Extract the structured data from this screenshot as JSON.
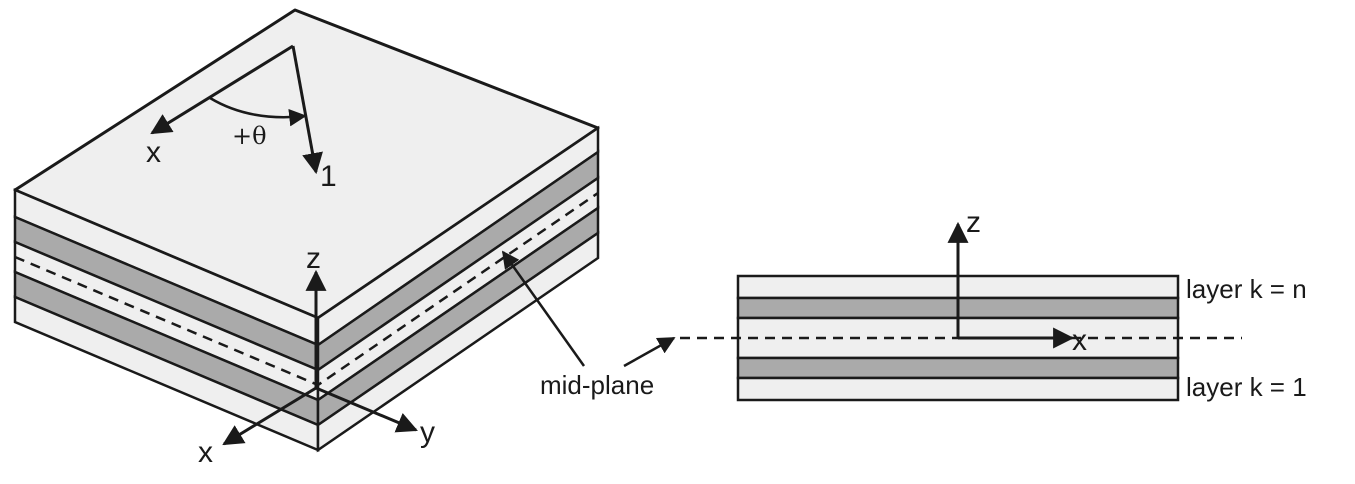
{
  "left_figure": {
    "top_axes": {
      "x_label": "x",
      "fiber_label": "1",
      "angle_label": "+θ"
    },
    "front_axes": {
      "z_label": "z",
      "x_label": "x",
      "y_label": "y"
    }
  },
  "callout": {
    "label": "mid-plane"
  },
  "right_figure": {
    "axes": {
      "z_label": "z",
      "x_label": "x"
    },
    "layer_top_label": "layer k = n",
    "layer_bottom_label": "layer k = 1"
  },
  "colors": {
    "light_layer": "#efefef",
    "dark_layer": "#aaaaaa",
    "stroke": "#1a1a1a"
  }
}
